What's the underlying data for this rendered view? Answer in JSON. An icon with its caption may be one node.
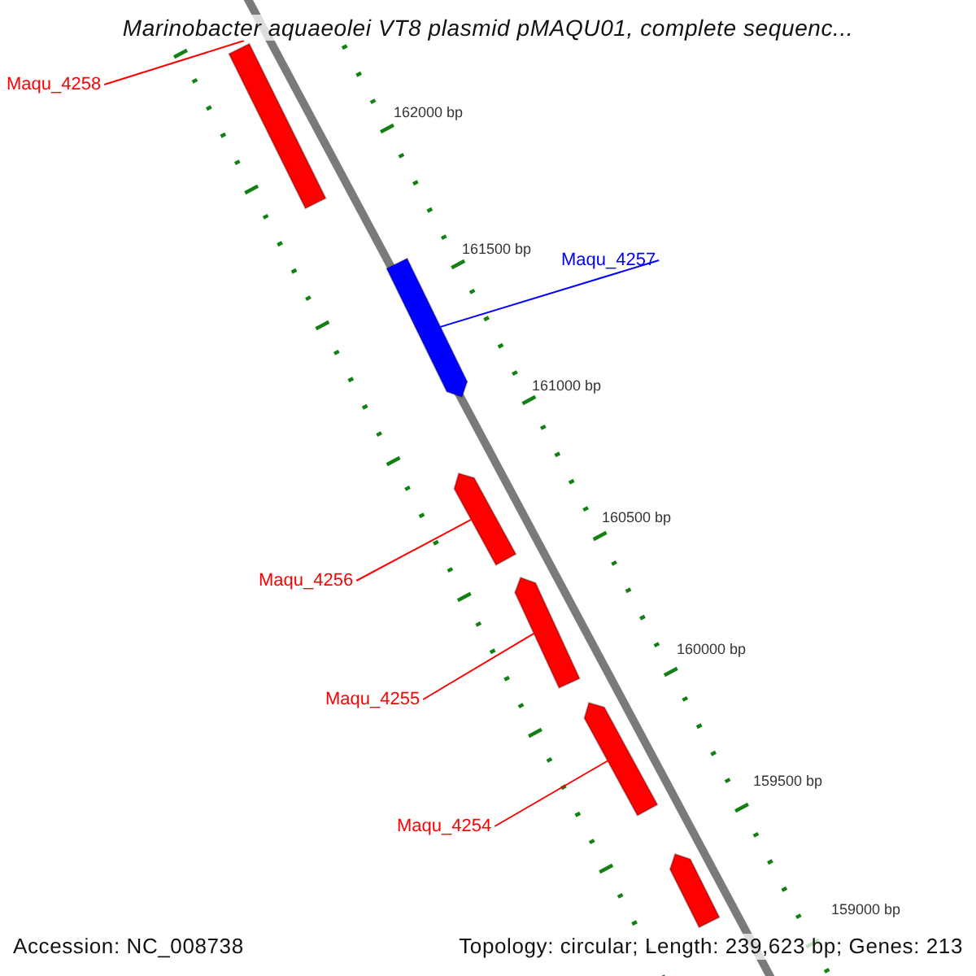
{
  "diagram": {
    "title": "Marinobacter aquaeolei VT8 plasmid pMAQU01, complete sequenc...",
    "nodes": [
      {
        "text": [
          "Maqu_4258"
        ]
      },
      {
        "text": [],
        "shape": "arrow"
      },
      {
        "text": [
          "Maqu_4257"
        ]
      },
      {
        "text": [],
        "shape": "arrow"
      },
      {
        "text": [
          "Maqu_4256"
        ]
      },
      {
        "text": [],
        "shape": "arrow"
      },
      {
        "text": [
          "Maqu_4255"
        ]
      },
      {
        "text": [],
        "shape": "arrow"
      },
      {
        "text": [
          "Maqu_4254"
        ]
      },
      {
        "text": [],
        "shape": "arrow"
      },
      {
        "text": [],
        "shape": "arrow"
      }
    ],
    "edges": [
      {
        "from": 0,
        "to": 1,
        "arrow": "none"
      },
      {
        "from": 2,
        "to": 3,
        "arrow": "none",
        "color": "#0000ff"
      },
      {
        "from": 4,
        "to": 5,
        "arrow": "none"
      },
      {
        "from": 6,
        "to": 7,
        "arrow": "none"
      },
      {
        "from": 8,
        "to": 9,
        "arrow": "none"
      }
    ],
    "labels": [
      "162000 bp",
      "161500 bp",
      "161000 bp",
      "160500 bp",
      "160000 bp",
      "159500 bp",
      "159000 bp",
      "Accession: NC_008738",
      "Topology: circular; Length: 239,623 bp; Genes: 213"
    ]
  }
}
